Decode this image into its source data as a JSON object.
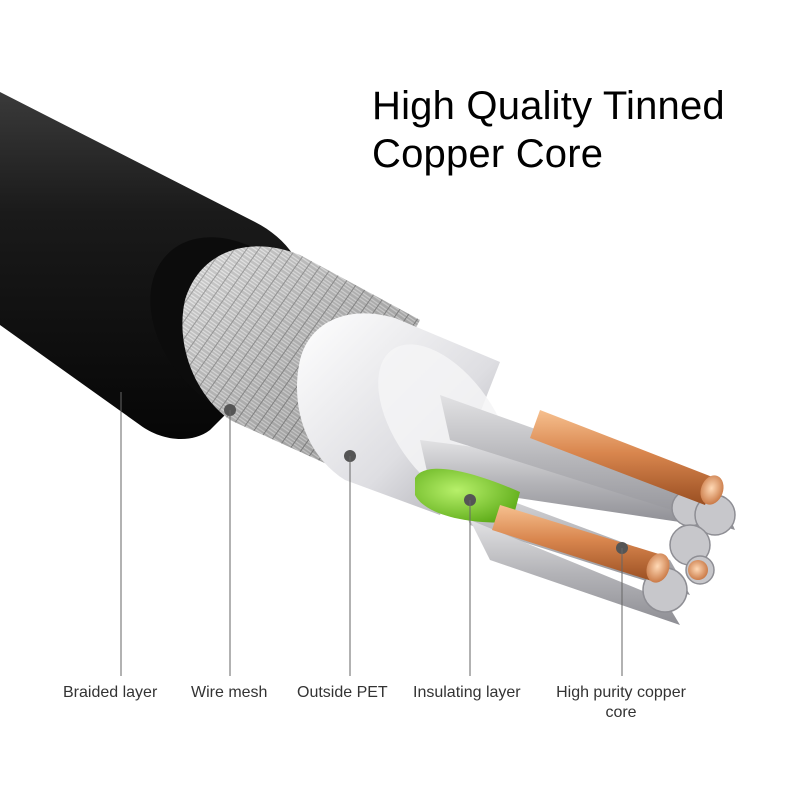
{
  "title": {
    "line1": "High Quality Tinned",
    "line2": "Copper Core"
  },
  "labels": [
    {
      "text": "Braided layer"
    },
    {
      "text": "Wire mesh"
    },
    {
      "text": "Outside PET"
    },
    {
      "text": "Insulating layer"
    },
    {
      "text": "High purity copper core"
    }
  ],
  "colors": {
    "jacket": "#141414",
    "copper": "#d9864e",
    "insulation": "#b9b9bd",
    "green": "#6fc21f",
    "pet": "#e6e6e8"
  }
}
